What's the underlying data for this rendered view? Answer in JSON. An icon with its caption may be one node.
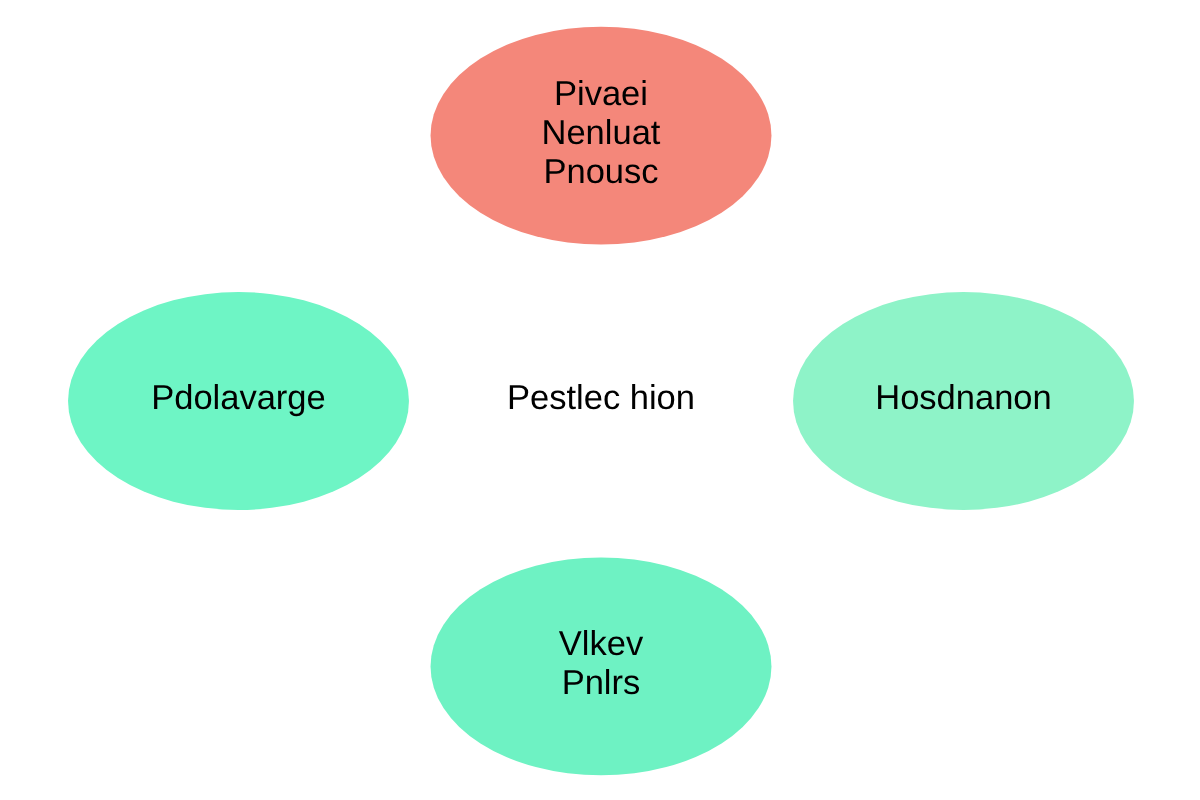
{
  "diagram": {
    "nodes": [
      {
        "text": [
          "Pivaei Nenluat Pnousc"
        ]
      },
      {
        "text": [
          "Pdolavarge"
        ]
      },
      {
        "text": [
          "Hosdnanon"
        ]
      },
      {
        "text": [
          "Vlkev Pnlrs"
        ]
      }
    ],
    "labels": [
      "Pestlec hion"
    ]
  }
}
